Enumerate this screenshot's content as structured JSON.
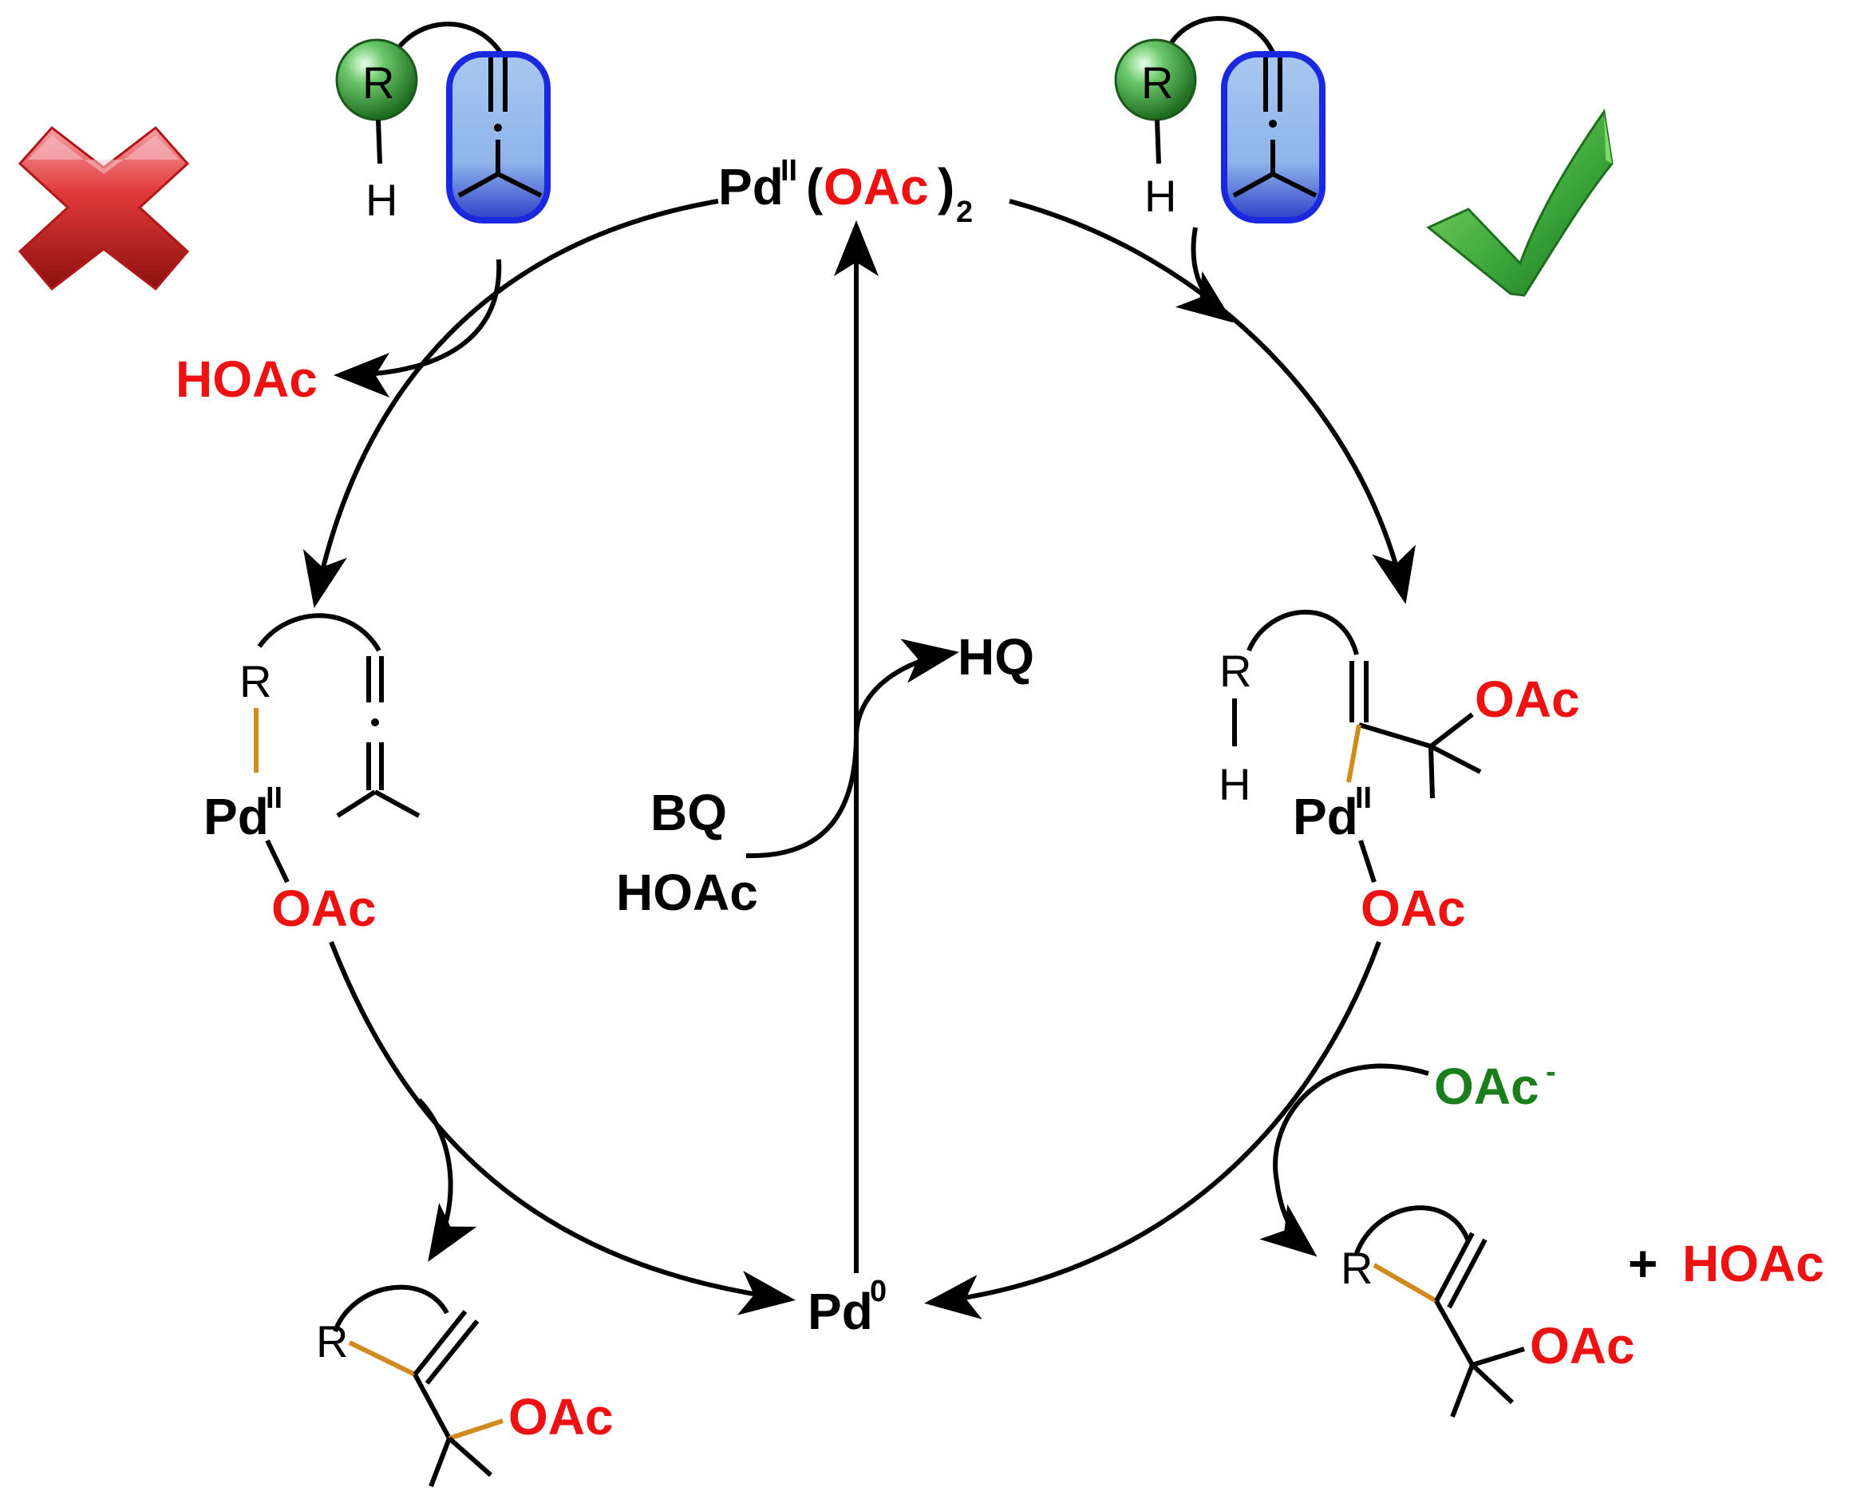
{
  "colors": {
    "red": "#ee1111",
    "green": "#1b7d1b",
    "black": "#000000",
    "pd_r_bond": "#d08a1e",
    "group_sphere": "#2f9a2f",
    "alkene_box": "#2233dd"
  },
  "icons": {
    "reject": "red-x-icon",
    "accept": "green-check-icon"
  },
  "labels": {
    "top_pd": "Pd",
    "top_pd_ox": "II",
    "top_paren_open": "(",
    "top_oac": "OAc",
    "top_paren_close": ")",
    "top_sub": "2",
    "bottom_pd": "Pd",
    "bottom_pd_ox": "0",
    "hoac_left": "HOAc",
    "hq": "HQ",
    "bq": "BQ",
    "hoac_center": "HOAc",
    "left_pd": "Pd",
    "left_pd_ox": "II",
    "left_oac": "OAc",
    "right_pd": "Pd",
    "right_pd_ox": "II",
    "right_oac": "OAc",
    "right_oac_top": "OAc",
    "oac_minus": "OAc",
    "oac_minus_charge": "-",
    "plus": "+",
    "hoac_product": "HOAc",
    "product_left_oac": "OAc",
    "product_right_oac": "OAc"
  },
  "atoms": {
    "r": "R",
    "h": "H"
  }
}
